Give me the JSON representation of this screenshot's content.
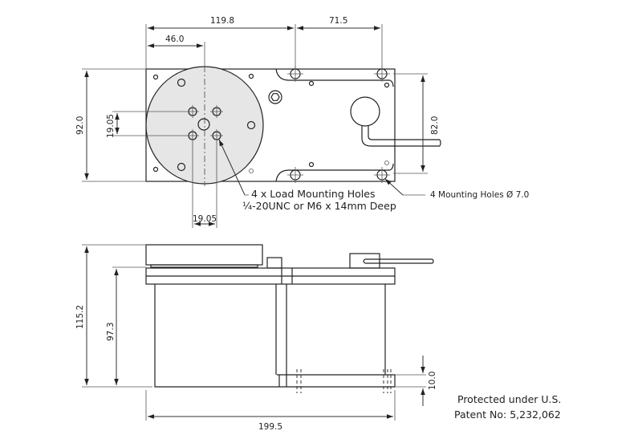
{
  "dimensions": {
    "overall_length_top": "119.8",
    "hole_spacing_x": "71.5",
    "center_offset": "46.0",
    "width": "92.0",
    "mount_spacing_y": "82.0",
    "load_hole_spacing_y": "19.05",
    "load_hole_spacing_x": "19.05",
    "total_height": "115.2",
    "body_height": "97.3",
    "foot_height": "10.0",
    "overall_length": "199.5"
  },
  "callouts": {
    "load_holes_line1": "4 x Load Mounting Holes",
    "load_holes_line2": "¼-20UNC or M6 x 14mm Deep",
    "mount_holes": "4 Mounting Holes Ø 7.0"
  },
  "patent": {
    "line1": "Protected under U.S.",
    "line2": "Patent No: 5,232,062"
  },
  "colors": {
    "platter": "#e6e6e6",
    "line": "#222222"
  }
}
